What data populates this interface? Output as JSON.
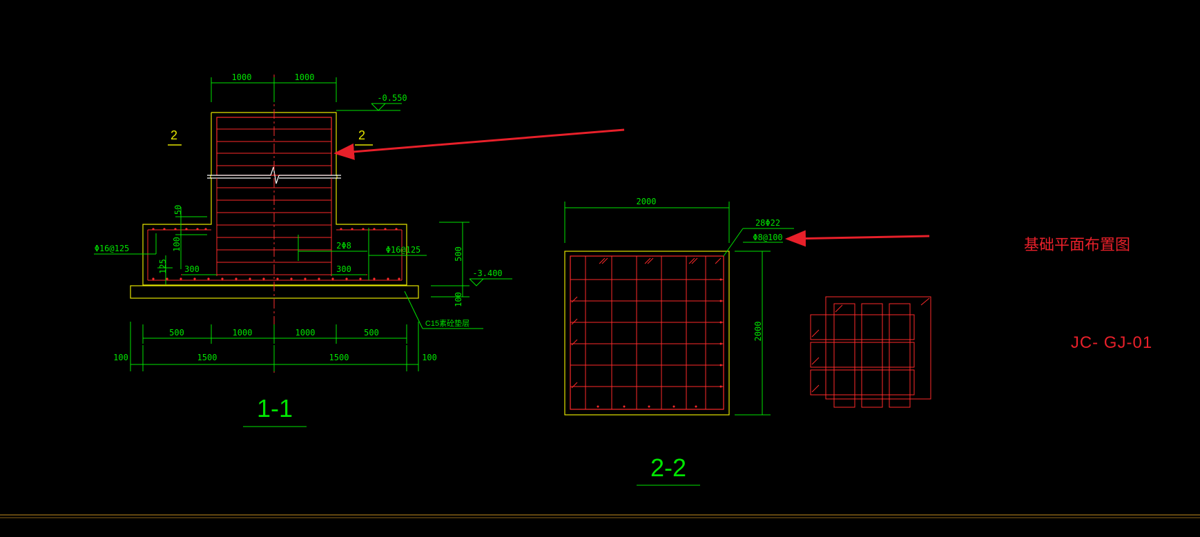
{
  "colors": {
    "background": "#000000",
    "outline": "#e6e600",
    "rebar": "#ff2a2a",
    "dimension": "#00e600",
    "annotation_red": "#e8202a",
    "axis_dash": "#ff3030"
  },
  "section_1_1": {
    "title": "1-1",
    "cut_mark_left": "2",
    "cut_mark_right": "2",
    "dims_top": [
      "1000",
      "1000"
    ],
    "elevation_top": "-0.550",
    "elevation_bottom": "-3.400",
    "dim_50": "50",
    "dim_100": "100",
    "dim_125": "125",
    "dim_300_left": "300",
    "dim_300_right": "300",
    "dim_500_right": "500",
    "dim_100_right": "100",
    "rebar_left": "Φ16@125",
    "rebar_right": "Φ16@125",
    "rebar_mid": "2Φ8",
    "cushion_label": "C15素砼垫层",
    "dims_bottom_row1": [
      "500",
      "1000",
      "1000",
      "500"
    ],
    "dims_bottom_row2": [
      "100",
      "1500",
      "1500",
      "100"
    ]
  },
  "section_2_2": {
    "title": "2-2",
    "dim_width": "2000",
    "dim_height": "2000",
    "rebar_main": "28Φ22",
    "rebar_stirrup": "Φ8@100"
  },
  "plan": {
    "title": "基础平面布置图",
    "drawing_code": "JC- GJ-01"
  }
}
